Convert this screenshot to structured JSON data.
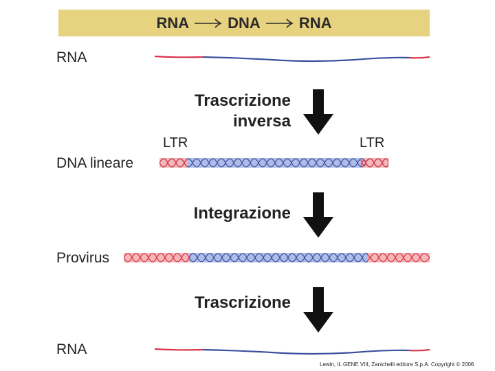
{
  "banner": {
    "part1": "RNA",
    "part2": "DNA",
    "part3": "RNA",
    "color": "#e7d27f"
  },
  "rows": {
    "rna_top": "RNA",
    "dna_lineare": "DNA lineare",
    "provirus": "Provirus",
    "rna_bottom": "RNA"
  },
  "steps": {
    "trascrizione_inversa_line1": "Trascrizione",
    "trascrizione_inversa_line2": "inversa",
    "integrazione": "Integrazione",
    "trascrizione": "Trascrizione"
  },
  "ltr": {
    "left": "LTR",
    "right": "LTR"
  },
  "colors": {
    "rna_red": "#d9324a",
    "rna_blue": "#3a4f9e",
    "dna_red_band": "#f4b8b8",
    "dna_blue_band": "#aebde8",
    "arrow": "#111111"
  },
  "credit": "Lewin, IL GENE VIII, Zanichelli editore S.p.A. Copyright © 2006"
}
